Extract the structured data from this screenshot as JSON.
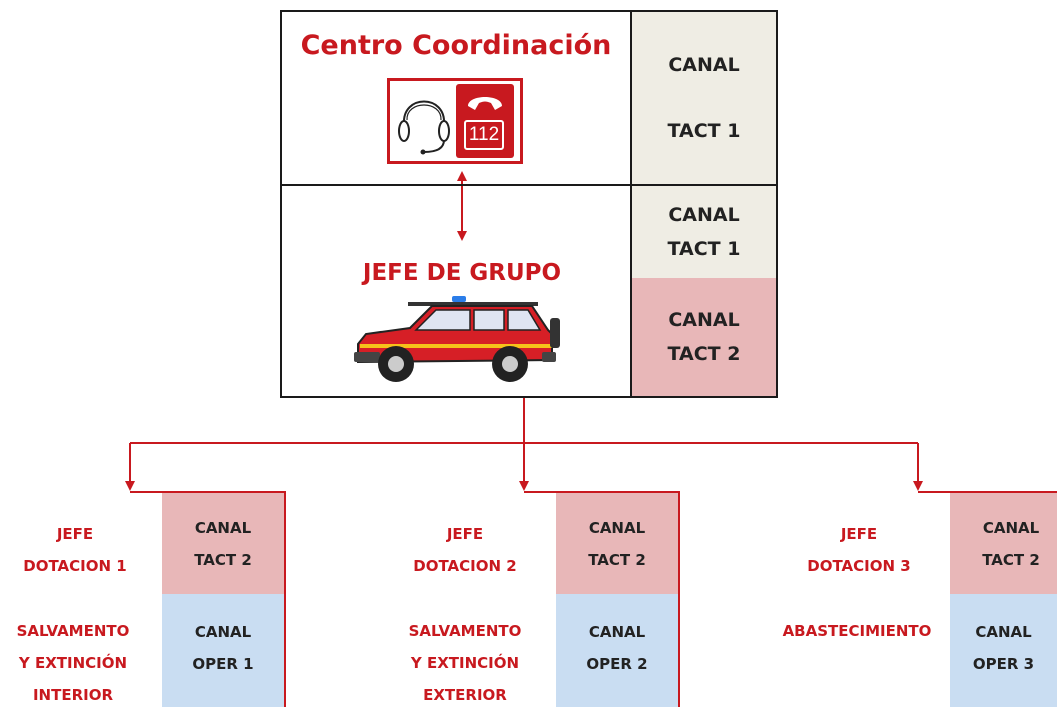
{
  "top": {
    "coordination_title": "Centro Coordinación",
    "emergency_number": "112",
    "channel_tact1_top": [
      "CANAL",
      "TACT 1"
    ],
    "group_leader_title": "JEFE DE GRUPO",
    "channel_tact1_mid": [
      "CANAL",
      "TACT 1"
    ],
    "channel_tact2_mid": [
      "CANAL",
      "TACT 2"
    ]
  },
  "teams": [
    {
      "leader": [
        "JEFE",
        "DOTACION 1"
      ],
      "tact_channel": [
        "CANAL",
        "TACT 2"
      ],
      "role": [
        "SALVAMENTO",
        "Y EXTINCIÓN",
        "INTERIOR"
      ],
      "oper_channel": [
        "CANAL",
        "OPER 1"
      ]
    },
    {
      "leader": [
        "JEFE",
        "DOTACION 2"
      ],
      "tact_channel": [
        "CANAL",
        "TACT 2"
      ],
      "role": [
        "SALVAMENTO",
        "Y EXTINCIÓN",
        "EXTERIOR"
      ],
      "oper_channel": [
        "CANAL",
        "OPER 2"
      ]
    },
    {
      "leader": [
        "JEFE",
        "DOTACION 3"
      ],
      "tact_channel": [
        "CANAL",
        "TACT 2"
      ],
      "role": [
        "ABASTECIMIENTO"
      ],
      "oper_channel": [
        "CANAL",
        "OPER 3"
      ]
    }
  ],
  "colors": {
    "accent_red": "#c8191f",
    "beige_cell": "#efede4",
    "pink_cell": "#e8b7b8",
    "blue_cell": "#c9ddf2",
    "border": "#1a1a1a"
  },
  "icons": [
    "headset-icon",
    "emergency-phone-112-icon",
    "fire-suv-icon"
  ]
}
